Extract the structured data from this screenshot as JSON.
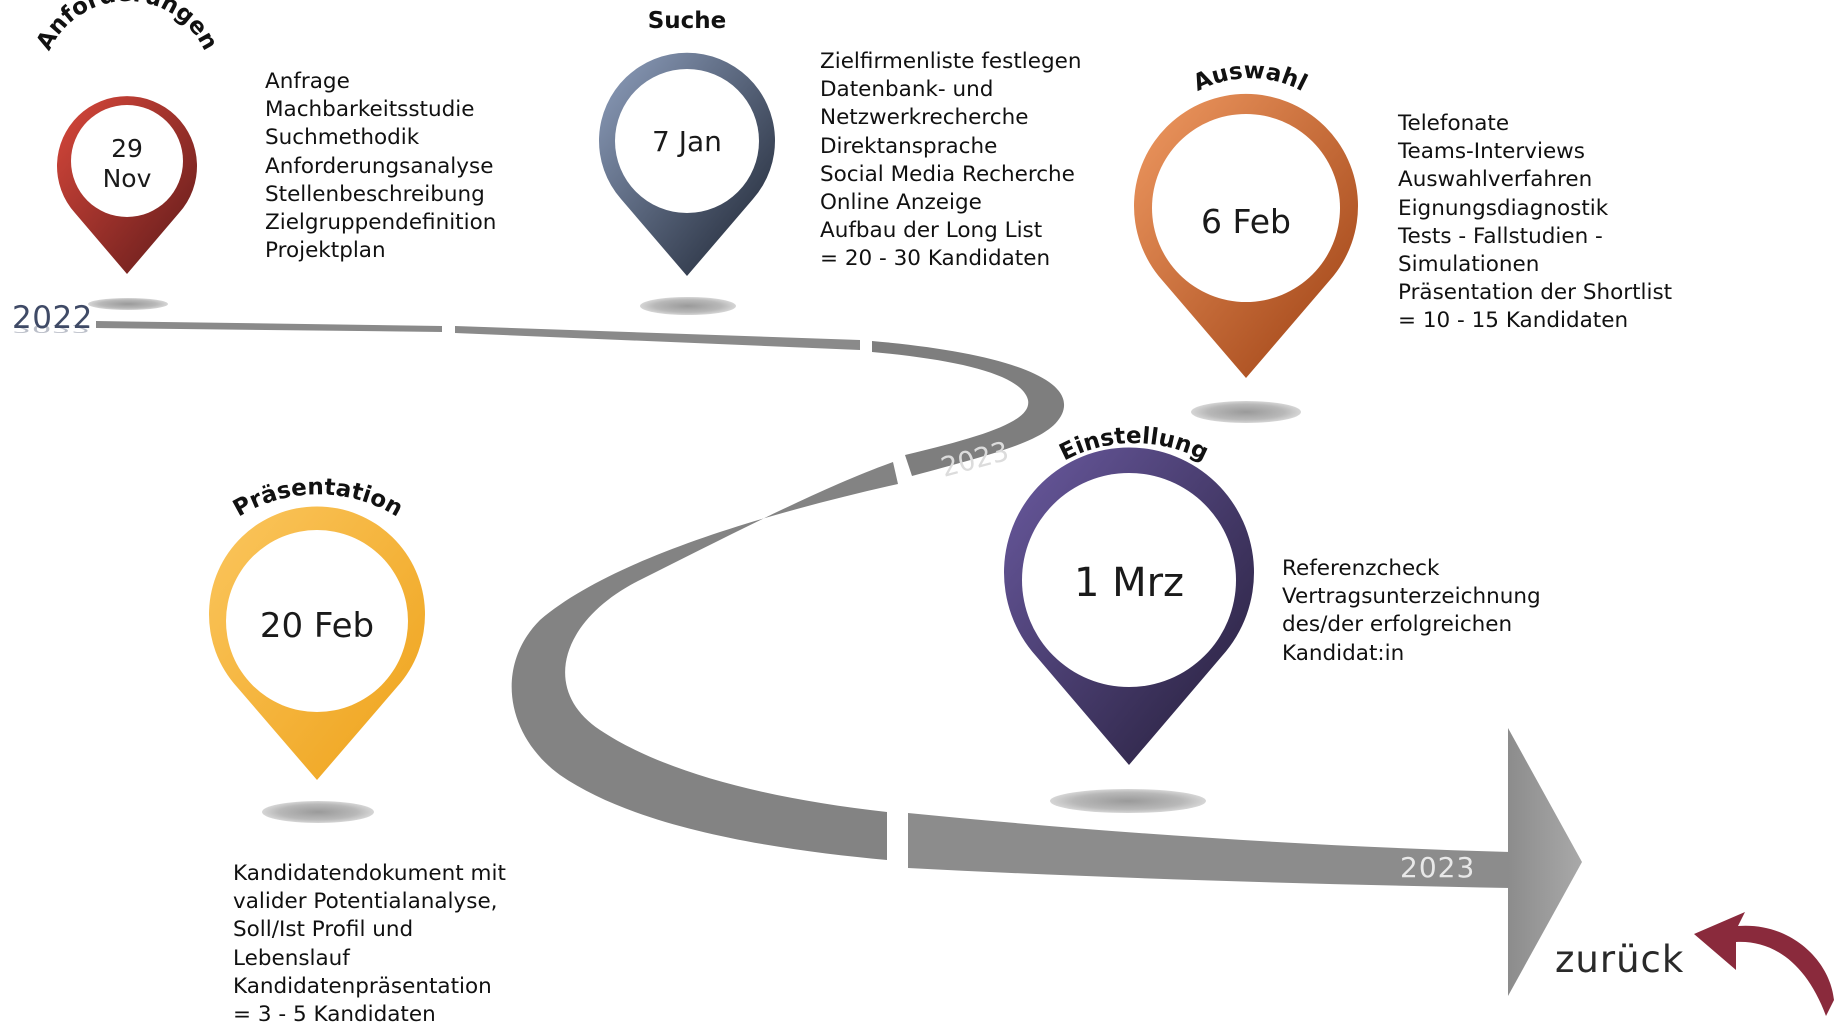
{
  "timeline": {
    "start_year": "2022",
    "mid_year": "2023",
    "end_year": "2023"
  },
  "stages": [
    {
      "title": "Anforderungen",
      "date": "29 Nov",
      "date_line1": "29",
      "date_line2": "Nov",
      "color_light": "#d9483b",
      "color_dark": "#5e1a1a",
      "items": [
        "Anfrage",
        "Machbarkeitsstudie",
        "Suchmethodik",
        "Anforderungsanalyse",
        "Stellenbeschreibung",
        "Zielgruppendefinition",
        "Projektplan"
      ]
    },
    {
      "title": "Suche",
      "date": "7 Jan",
      "color_light": "#8fa0be",
      "color_dark": "#1b2230",
      "items": [
        "Zielfirmenliste festlegen",
        "Datenbank- und",
        "Netzwerkrecherche",
        "Direktansprache",
        "Social Media Recherche",
        "Online Anzeige",
        "Aufbau der Long List",
        "= 20 - 30 Kandidaten"
      ]
    },
    {
      "title": "Auswahl",
      "date": "6 Feb",
      "color_light": "#f09a62",
      "color_dark": "#9c3f12",
      "items": [
        "Telefonate",
        "Teams-Interviews",
        "Auswahlverfahren",
        "Eignungsdiagnostik",
        "Tests - Fallstudien -",
        "Simulationen",
        "Präsentation der Shortlist",
        "= 10 - 15 Kandidaten"
      ]
    },
    {
      "title": "Präsentation",
      "date": "20 Feb",
      "color_light": "#fbc65e",
      "color_dark": "#eea21a",
      "items": [
        "Kandidatendokument mit",
        "valider Potentialanalyse,",
        "Soll/Ist Profil und",
        "Lebenslauf",
        "Kandidatenpräsentation",
        "= 3 - 5 Kandidaten"
      ]
    },
    {
      "title": "Einstellung",
      "date": "1 Mrz",
      "color_light": "#6a5aa0",
      "color_dark": "#241d38",
      "items": [
        "Referenzcheck",
        "Vertragsunterzeichnung",
        "des/der erfolgreichen",
        "Kandidat:in"
      ]
    }
  ],
  "nav": {
    "back_label": "zurück",
    "back_icon": "curved-back-arrow-icon",
    "back_color": "#8a2a3c"
  }
}
